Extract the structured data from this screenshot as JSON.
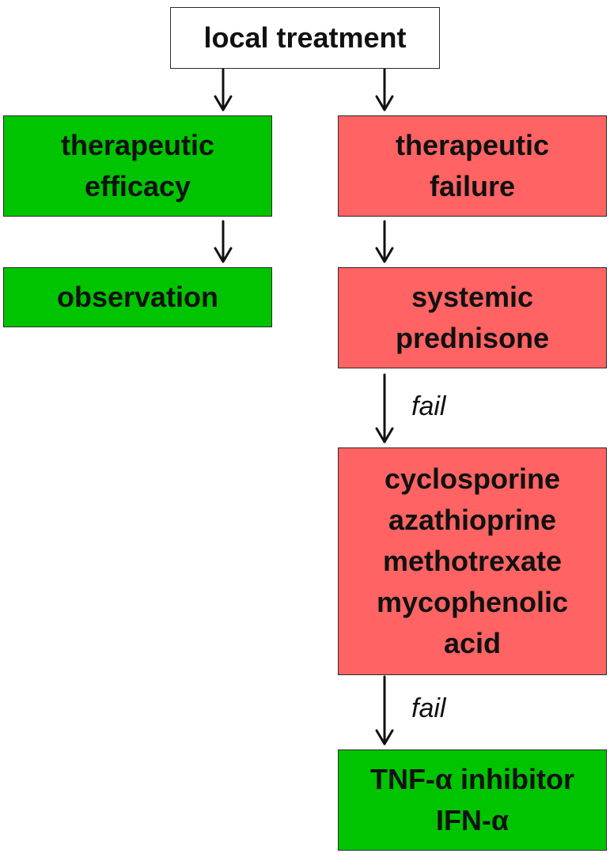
{
  "nodes": {
    "local_treatment": "local treatment",
    "therapeutic_efficacy": [
      "therapeutic",
      "efficacy"
    ],
    "observation": "observation",
    "therapeutic_failure": [
      "therapeutic",
      "failure"
    ],
    "systemic_prednisone": [
      "systemic",
      "prednisone"
    ],
    "immunosuppressants": [
      "cyclosporine",
      "azathioprine",
      "methotrexate",
      "mycophenolic",
      "acid"
    ],
    "biologics": [
      "TNF-α inhibitor",
      "IFN-α"
    ]
  },
  "edge_labels": {
    "fail_1": "fail",
    "fail_2": "fail"
  },
  "colors": {
    "success": "#00c400",
    "failure": "#ff6363",
    "neutral": "#ffffff"
  }
}
